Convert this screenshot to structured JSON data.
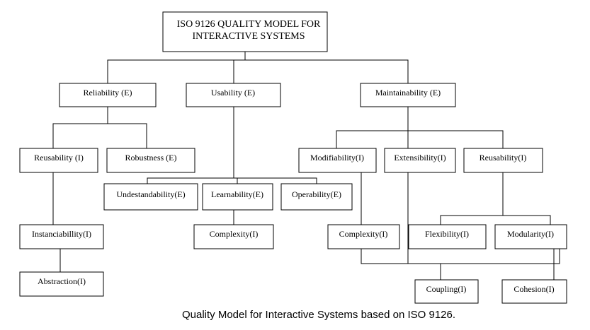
{
  "title_lines": [
    "ISO 9126 QUALITY MODEL FOR",
    "INTERACTIVE SYSTEMS"
  ],
  "nodes": {
    "reliability": "Reliability (E)",
    "usability": "Usability (E)",
    "maintainability": "Maintainability (E)",
    "reusability_left": "Reusability (I)",
    "robustness": "Robustness (E)",
    "modifiability": "Modifiability(I)",
    "extensibility": "Extensibility(I)",
    "reusability_right": "Reusability(I)",
    "undestandability": "Undestandability(E)",
    "learnability": "Learnability(E)",
    "operability": "Operability(E)",
    "instanciability": "Instanciabillity(I)",
    "complexity_mid": "Complexity(I)",
    "complexity_right": "Complexity(I)",
    "flexibility": "Flexibility(I)",
    "modularity": "Modularity(I)",
    "abstraction": "Abstraction(I)",
    "coupling": "Coupling(I)",
    "cohesion": "Cohesion(I)"
  },
  "caption": "Quality Model for Interactive Systems based on ISO 9126."
}
